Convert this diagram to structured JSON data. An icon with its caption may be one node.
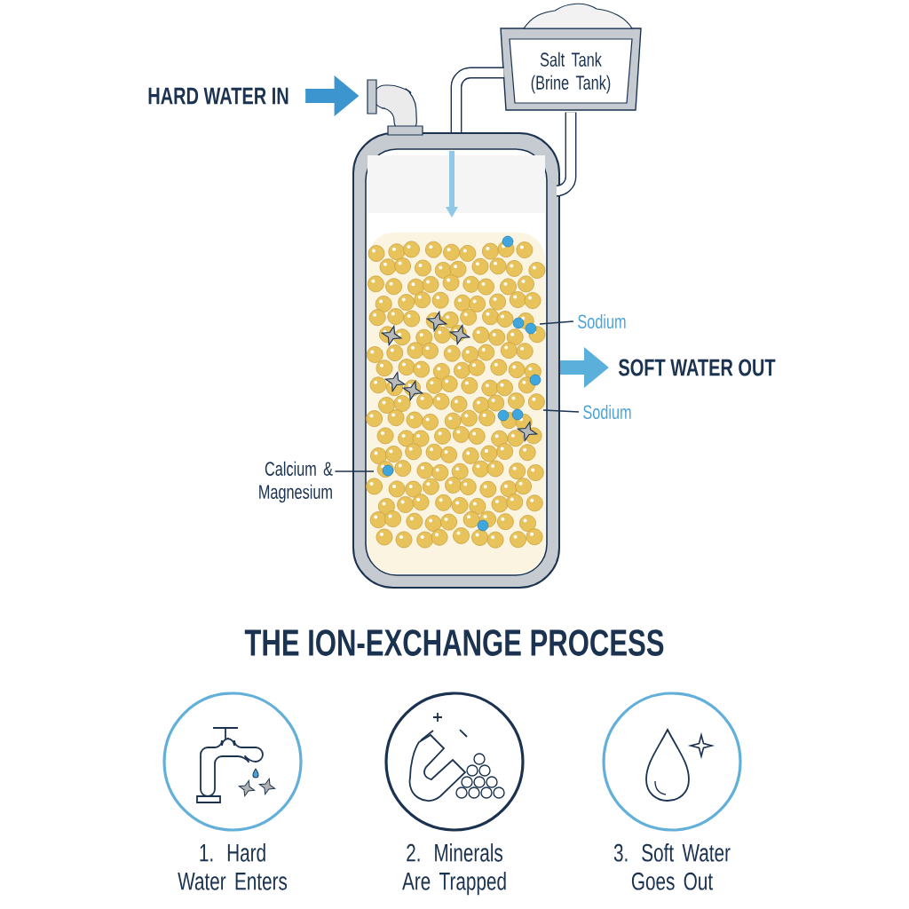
{
  "diagram": {
    "title": "THE ION-EXCHANGE PROCESS",
    "nodes": [
      {
        "text": [
          "HARD WATER IN"
        ]
      },
      {
        "text": [],
        "shape": "picture"
      },
      {
        "text": [],
        "shape": "cylinder"
      },
      {
        "text": [
          "Salt Tank (Brine Tank)"
        ]
      },
      {
        "text": [
          "SOFT WATER OUT"
        ]
      },
      {
        "text": [
          "Sodium"
        ]
      },
      {
        "text": [
          "Sodium"
        ]
      },
      {
        "text": [
          "Calcium & Magnesium"
        ]
      },
      {
        "text": [
          "1. Hard Water Enters"
        ]
      },
      {
        "text": [
          "2. Minerals Are Trapped"
        ]
      },
      {
        "text": [
          "3. Soft Water Goes Out"
        ]
      }
    ],
    "edges": [
      {
        "from": 0,
        "to": 1,
        "arrow": "to",
        "color": "#3d95cf"
      },
      {
        "from": 2,
        "to": 4,
        "arrow": "to",
        "color": "#5ab0db"
      },
      {
        "from": 3,
        "to": 2,
        "arrow": "none"
      },
      {
        "from": 3,
        "to": 2,
        "arrow": "none"
      },
      {
        "from": 5,
        "to": 2,
        "arrow": "none"
      },
      {
        "from": 6,
        "to": 2,
        "arrow": "none"
      },
      {
        "from": 7,
        "to": 2,
        "arrow": "none"
      }
    ]
  }
}
